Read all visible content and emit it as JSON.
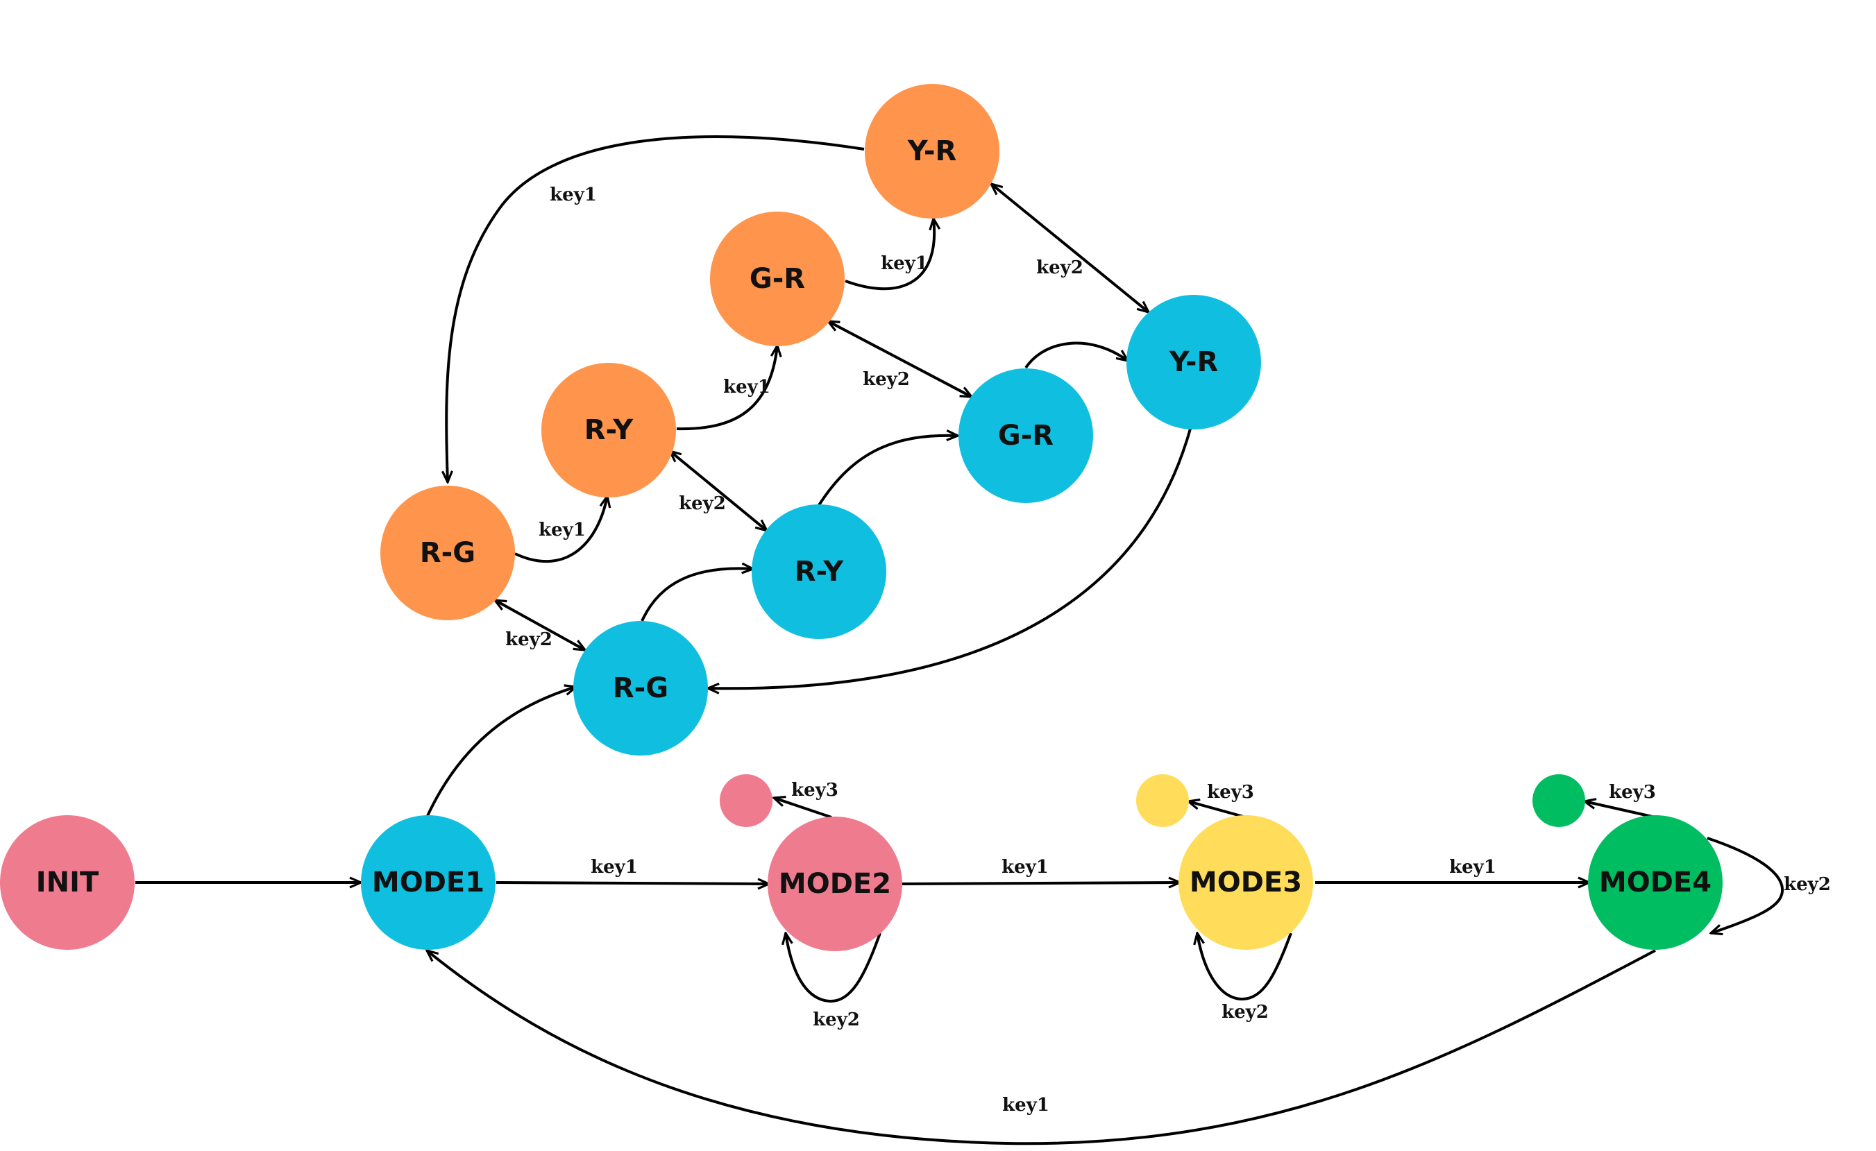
{
  "colors": {
    "pink": "#EF7B8E",
    "cyan": "#10BFDF",
    "orange": "#FF944D",
    "yellow": "#FFDD5A",
    "green": "#00BD61",
    "edge": "#000000"
  },
  "nodes": {
    "init": "INIT",
    "mode1": "MODE1",
    "mode2": "MODE2",
    "mode3": "MODE3",
    "mode4": "MODE4",
    "orange_rg": "R-G",
    "orange_ry": "R-Y",
    "orange_gr": "G-R",
    "orange_yr": "Y-R",
    "cyan_rg": "R-G",
    "cyan_ry": "R-Y",
    "cyan_gr": "G-R",
    "cyan_yr": "Y-R"
  },
  "edges": {
    "mode1_mode2": "key1",
    "mode2_mode3": "key1",
    "mode3_mode4": "key1",
    "mode4_mode1": "key1",
    "mode2_self": "key2",
    "mode3_self": "key2",
    "mode4_self": "key2",
    "mode2_aux": "key3",
    "mode3_aux": "key3",
    "mode4_aux": "key3",
    "orange_rg_ry": "key1",
    "orange_ry_gr": "key1",
    "orange_gr_yr": "key1",
    "orange_yr_rg": "key1",
    "pair_rg": "key2",
    "pair_ry": "key2",
    "pair_gr": "key2",
    "pair_yr": "key2"
  }
}
